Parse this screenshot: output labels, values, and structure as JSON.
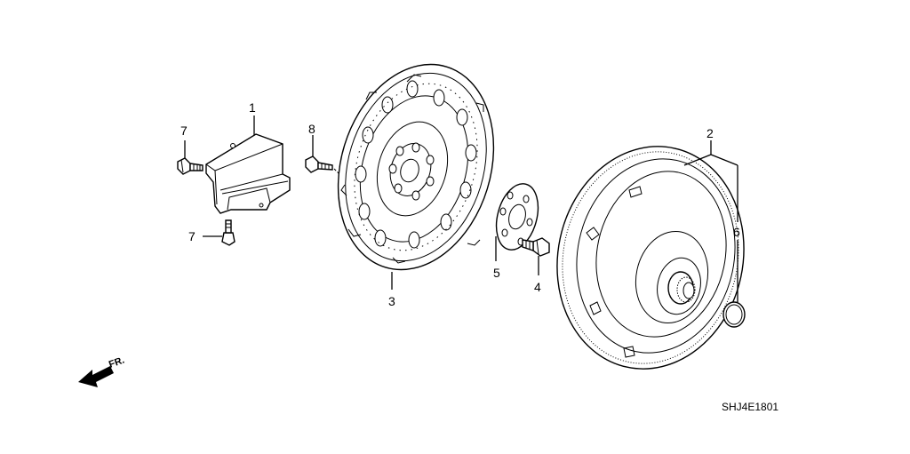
{
  "callouts": {
    "c1": "1",
    "c2": "2",
    "c3": "3",
    "c4": "4",
    "c5": "5",
    "c6": "6",
    "c7a": "7",
    "c7b": "7",
    "c8": "8"
  },
  "direction_label": "FR.",
  "diagram_code": "SHJ4E1801"
}
